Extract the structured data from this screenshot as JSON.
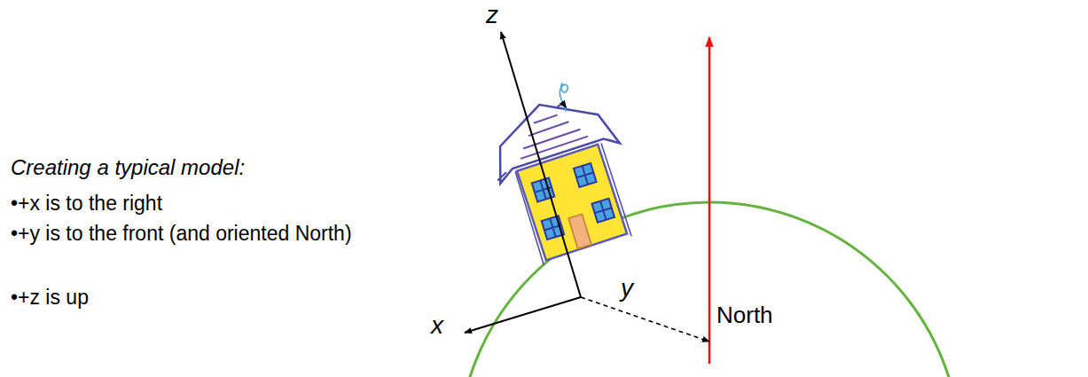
{
  "diagram": {
    "labels": [
      "Creating a typical model:",
      "•+x is to the right",
      "•+y is to the front (and oriented North)",
      "•+z is up",
      "z",
      "x",
      "y",
      "North"
    ]
  }
}
